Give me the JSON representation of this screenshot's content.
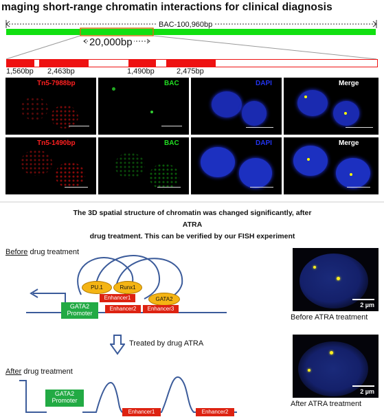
{
  "title": "maging short-range chromatin interactions for clinical diagnosis",
  "bac_label": "BAC-100,960bp",
  "zoom_label": "20,000bp",
  "segment_labels": [
    "1,560bp",
    "2,463bp",
    "1,490bp",
    "2,475bp"
  ],
  "rows": [
    {
      "probe": "Tn5-7988bp",
      "bac": "BAC",
      "dapi": "DAPI",
      "merge": "Merge"
    },
    {
      "probe": "Tn5-1490bp",
      "bac": "BAC",
      "dapi": "DAPI",
      "merge": "Merge"
    }
  ],
  "caption_line1": "The 3D spatial structure of chromatin was changed significantly, after ATRA",
  "caption_line2": "drug treatment. This can be verified by our FISH experiment",
  "before": {
    "heading_u": "Before",
    "heading_rest": " drug treatment",
    "promoter_l1": "GATA2",
    "promoter_l2": "Promoter",
    "factors": [
      "PU.1",
      "Runx1",
      "GATA2"
    ],
    "enhancers": [
      "Enhancer1",
      "Enhancer2",
      "Enhancer3"
    ]
  },
  "arrow_label": "Treated by drug ATRA",
  "after": {
    "heading_u": "After",
    "heading_rest": " drug treatment",
    "promoter_l1": "GATA2",
    "promoter_l2": "Promoter",
    "enhancers": [
      "Enhancer1",
      "Enhancer2"
    ]
  },
  "micro_before": {
    "scale": "2 µm",
    "caption": "Before ATRA treatment"
  },
  "micro_after": {
    "scale": "2 µm",
    "caption": "After ATRA treatment"
  },
  "colors": {
    "bac_bar": "#11e011",
    "segment": "#ee1111",
    "probe_red": "#ff2020",
    "bac_green": "#22dd22",
    "dapi_blue": "#2233ee",
    "promoter": "#22aa44",
    "factor": "#f4b414",
    "enhancer": "#dd2211",
    "loop": "#3b5b9a"
  }
}
